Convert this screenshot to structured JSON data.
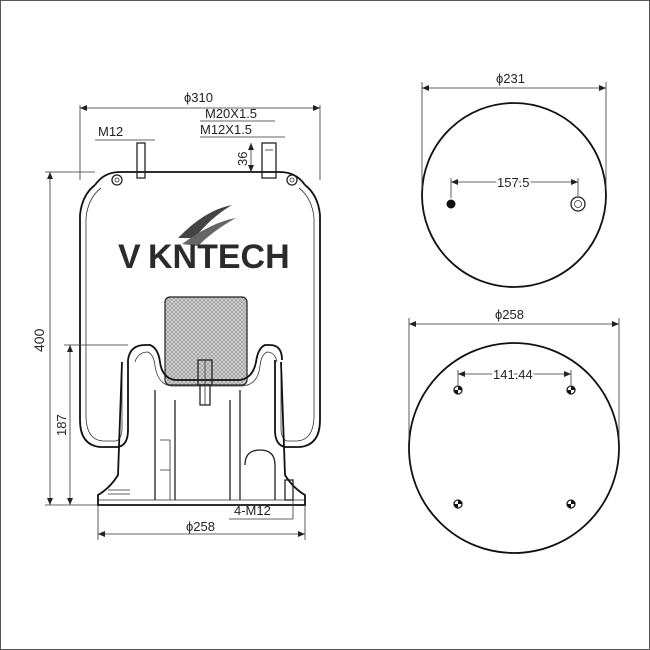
{
  "brand": {
    "logo_text": "KNTECH",
    "logo_initial": "V"
  },
  "dimensions": {
    "top_width": "ϕ310",
    "stud_m12": "M12",
    "stud_m20": "M20X1.5",
    "stud_m12_fine": "M12X1.5",
    "stud_height": "36",
    "overall_height": "400",
    "piston_height": "187",
    "base_diameter": "ϕ258",
    "base_bolts": "4-M12"
  },
  "top_view": {
    "diameter": "ϕ231",
    "hole_spacing": "157.5"
  },
  "bottom_view": {
    "diameter": "ϕ258",
    "hole_spacing": "141.44"
  },
  "colors": {
    "line": "#222222",
    "fill": "#ffffff",
    "pad_fill": "#cfcfcf"
  }
}
